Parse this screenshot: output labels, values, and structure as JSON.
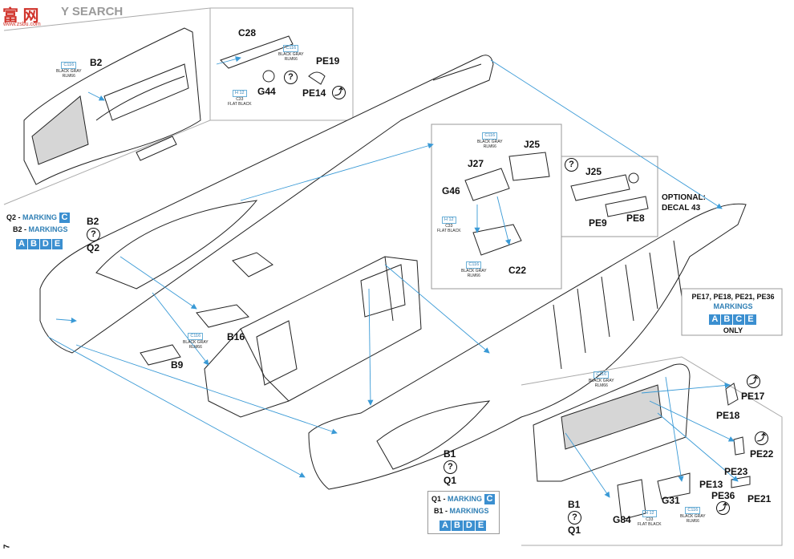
{
  "watermark": {
    "logo_text": "富 网",
    "search_text": "Y SEARCH",
    "site": "www.zsbu.com"
  },
  "page_number": "7",
  "parts": {
    "B2": "B2",
    "C28": "C28",
    "PE19": "PE19",
    "G44": "G44",
    "PE14": "PE14",
    "J25_top": "J25",
    "J27": "J27",
    "G46": "G46",
    "C22": "C22",
    "J25_pe": "J25",
    "PE9": "PE9",
    "PE8": "PE8",
    "B16": "B16",
    "B9": "B9",
    "B2_left": "B2",
    "Q2_left": "Q2",
    "B1": "B1",
    "Q1": "Q1",
    "PE17": "PE17",
    "PE18": "PE18",
    "PE22": "PE22",
    "PE23": "PE23",
    "PE13": "PE13",
    "PE36": "PE36",
    "PE21": "PE21",
    "G31": "G31",
    "G84": "G84",
    "B1_br": "B1",
    "Q1_br": "Q1"
  },
  "paint": {
    "c116": "C116",
    "black_gray": "BLACK GRAY",
    "rlm66": "RLM66",
    "h12": "H 12",
    "c33": "C33",
    "flat_black": "FLAT BLACK"
  },
  "optional": {
    "line1": "OPTIONAL:",
    "line2": "DECAL 43"
  },
  "markings_left": {
    "q2_label": "Q2 - ",
    "q2_mark": "MARKING",
    "q2_letter": "C",
    "b2_label": "B2 - ",
    "b2_mark": "MARKINGS",
    "letters": [
      "A",
      "B",
      "D",
      "E"
    ]
  },
  "markings_bottom": {
    "q1_label": "Q1 - ",
    "q1_mark": "MARKING",
    "q1_letter": "C",
    "b1_label": "B1 - ",
    "b1_mark": "MARKINGS",
    "letters": [
      "A",
      "B",
      "D",
      "E"
    ]
  },
  "markings_right": {
    "pe_list": "PE17, PE18, PE21, PE36",
    "markings": "MARKINGS",
    "letters": [
      "A",
      "B",
      "C",
      "E"
    ],
    "only": "ONLY"
  },
  "symbols": {
    "question": "?",
    "bend": "⤴"
  },
  "colors": {
    "accent_blue": "#3b8fd0",
    "arrow_blue": "#4aa3d8",
    "line": "#222222"
  }
}
